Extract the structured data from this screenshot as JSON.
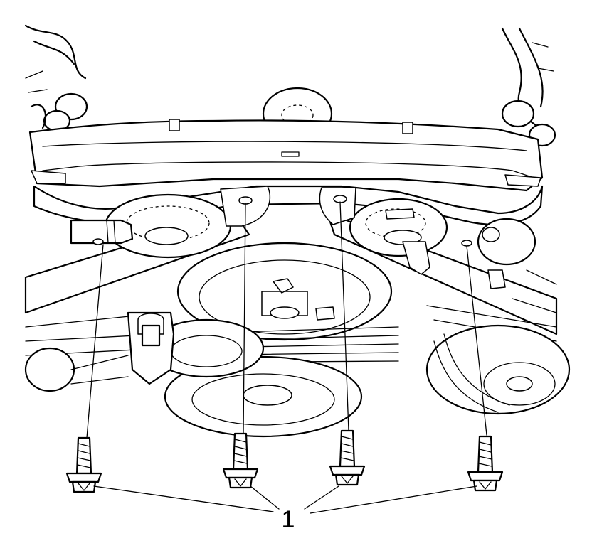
{
  "callouts": {
    "fastener_number": "1"
  },
  "bolts": [
    {
      "id": "bolt-1",
      "callout": "1"
    },
    {
      "id": "bolt-2",
      "callout": "1"
    },
    {
      "id": "bolt-3",
      "callout": "1"
    },
    {
      "id": "bolt-4",
      "callout": "1"
    }
  ]
}
